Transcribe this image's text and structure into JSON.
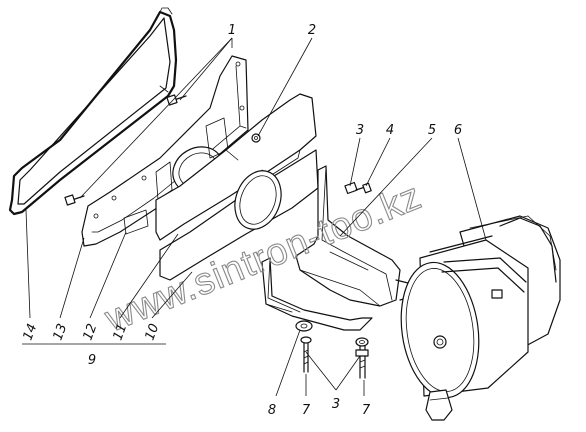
{
  "watermark": "www.sintron-too.kz",
  "callouts": {
    "c1": "1",
    "c2": "2",
    "c3_top": "3",
    "c4": "4",
    "c5": "5",
    "c6": "6",
    "c14": "14",
    "c13": "13",
    "c12": "12",
    "c11": "11",
    "c10": "10",
    "c9": "9",
    "c8": "8",
    "c7_left": "7",
    "c3_bottom": "3",
    "c7_right": "7"
  },
  "colors": {
    "line": "#111111",
    "watermark": "#8a8a8a",
    "background": "#ffffff"
  }
}
